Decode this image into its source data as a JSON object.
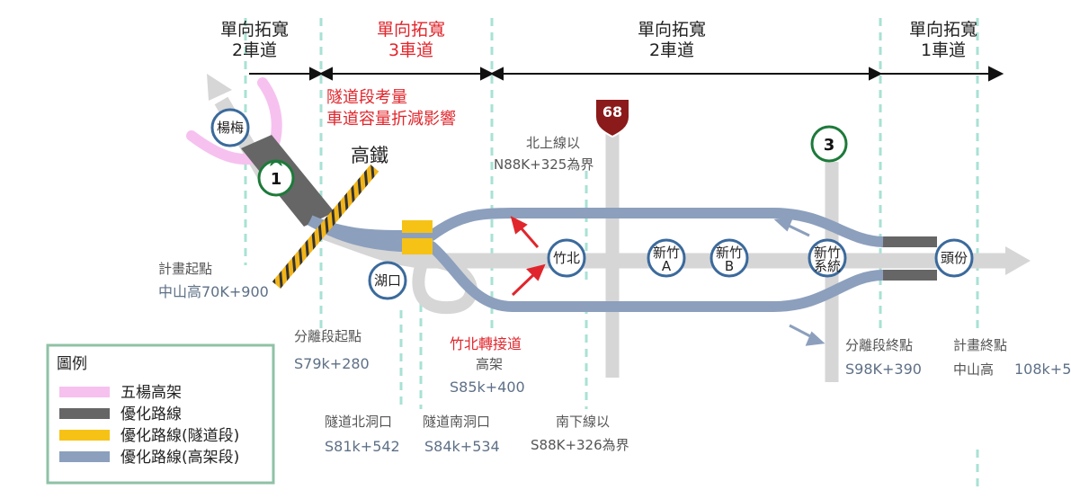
{
  "colors": {
    "wuyang_viaduct": "#f6c1ef",
    "optimized_route": "#666666",
    "tunnel_section": "#f6c215",
    "viaduct_section": "#8c9fbd",
    "existing_freeway": "#d6d6d6",
    "boundary_dash": "#a8e2d4",
    "accent_red": "#e0262c",
    "node_border": "#3b6a9c",
    "legend_border": "#8fc2a6"
  },
  "sections": [
    {
      "line1": "單向拓寬",
      "line2": "2車道",
      "color": "black"
    },
    {
      "line1": "單向拓寬",
      "line2": "3車道",
      "color": "red"
    },
    {
      "line1": "單向拓寬",
      "line2": "2車道",
      "color": "black"
    },
    {
      "line1": "單向拓寬",
      "line2": "1車道",
      "color": "black"
    }
  ],
  "tunnel_note": {
    "line1": "隧道段考量",
    "line2": "車道容量折減影響"
  },
  "hsr_label": "高鐵",
  "route_shields": {
    "fwy1": "1",
    "fwy3": "3",
    "prov68": "68"
  },
  "interchanges": {
    "yangmei": "楊梅",
    "hukou": "湖口",
    "zhubei": "竹北",
    "hsinchu_a_1": "新竹",
    "hsinchu_a_2": "A",
    "hsinchu_b_1": "新竹",
    "hsinchu_b_2": "B",
    "hsinchu_sys_1": "新竹",
    "hsinchu_sys_2": "系統",
    "toufen": "頭份"
  },
  "labels": {
    "plan_start": "計畫起點",
    "plan_start_km": "中山高70K+900",
    "split_start": "分離段起點",
    "split_start_km": "S79k+280",
    "tunnel_north": "隧道北洞口",
    "tunnel_north_km": "S81k+542",
    "tunnel_south": "隧道南洞口",
    "tunnel_south_km": "S84k+534",
    "zhubei_ramp": "竹北轉接道",
    "zhubei_ramp_type": "高架",
    "zhubei_ramp_km": "S85k+400",
    "north_bound_1": "北上線以",
    "north_bound_2": "N88K+325為界",
    "south_bound_1": "南下線以",
    "south_bound_2": "S88K+326為界",
    "split_end": "分離段終點",
    "split_end_km": "S98K+390",
    "plan_end": "計畫終點",
    "plan_end_road": "中山高",
    "plan_end_km": "108k+5"
  },
  "legend": {
    "title": "圖例",
    "items": [
      "五楊高架",
      "優化路線",
      "優化路線(隧道段)",
      "優化路線(高架段)"
    ]
  }
}
